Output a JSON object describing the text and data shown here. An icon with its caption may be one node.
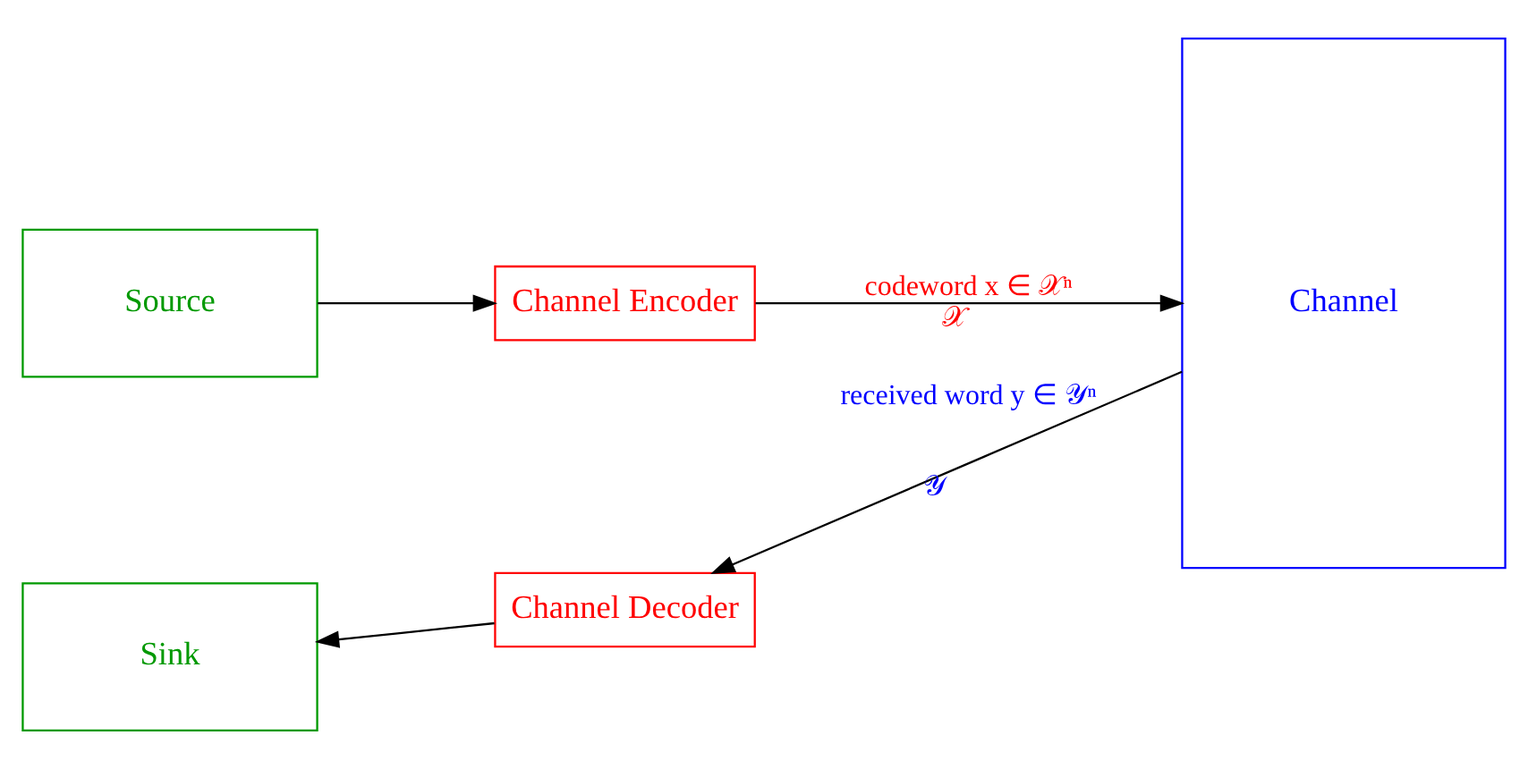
{
  "diagram": {
    "nodes": [
      {
        "text": [
          "Source"
        ]
      },
      {
        "text": [
          "Channel Encoder"
        ]
      },
      {
        "text": [
          "Channel"
        ]
      },
      {
        "text": [
          "Channel Decoder"
        ]
      },
      {
        "text": [
          "Sink"
        ]
      }
    ],
    "edges": [
      {
        "from": 0,
        "to": 1,
        "arrow": "to"
      },
      {
        "from": 1,
        "to": 2,
        "arrow": "to",
        "label": "codeword x ∈ 𝒳ⁿ"
      },
      {
        "from": 2,
        "to": 3,
        "arrow": "to",
        "label": "received word y ∈ 𝒴ⁿ"
      },
      {
        "from": 3,
        "to": 4,
        "arrow": "to"
      }
    ],
    "labels": [
      "𝒳",
      "𝒴"
    ]
  }
}
